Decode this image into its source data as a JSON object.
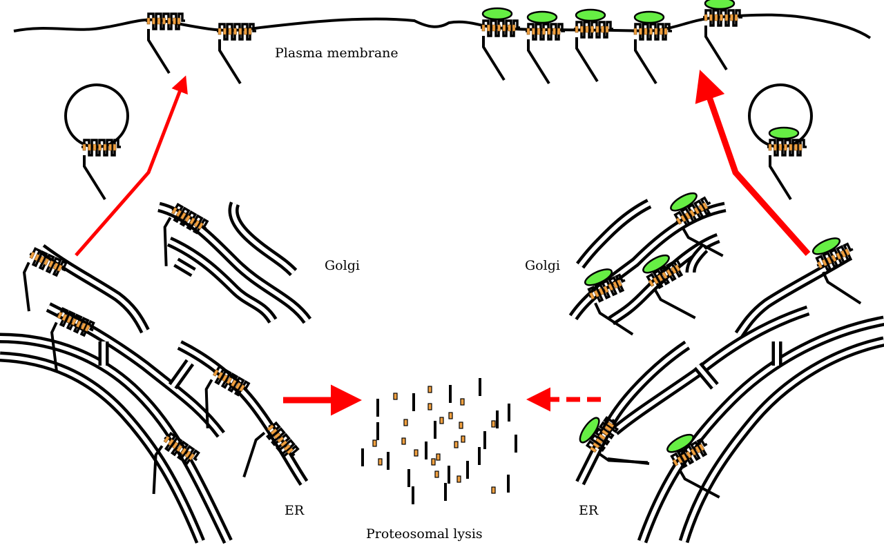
{
  "labels": {
    "plasma_membrane": "Plasma membrane",
    "golgi_left": "Golgi",
    "golgi_right": "Golgi",
    "er_left": "ER",
    "er_right": "ER",
    "lysis": "Proteosomal lysis"
  },
  "colors": {
    "arrow": "#ff0000",
    "ligand": "#66ee44",
    "receptor_helix": "#f0a040",
    "membrane": "#000000"
  },
  "arrows": [
    {
      "from": "ER (left)",
      "to": "Plasma membrane",
      "style": "solid-thin"
    },
    {
      "from": "ER (right)",
      "to": "Plasma membrane",
      "style": "solid-thick"
    },
    {
      "from": "ER (left)",
      "to": "Proteosomal lysis",
      "style": "solid"
    },
    {
      "from": "ER (right)",
      "to": "Proteosomal lysis",
      "style": "dashed"
    }
  ]
}
